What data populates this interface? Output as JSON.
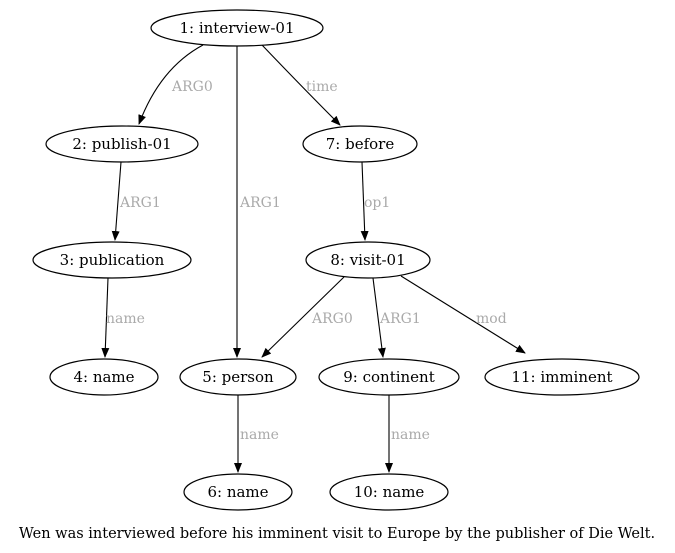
{
  "nodes": [
    {
      "id": "n1",
      "label": "1: interview-01"
    },
    {
      "id": "n2",
      "label": "2: publish-01"
    },
    {
      "id": "n3",
      "label": "3: publication"
    },
    {
      "id": "n4",
      "label": "4: name"
    },
    {
      "id": "n5",
      "label": "5: person"
    },
    {
      "id": "n6",
      "label": "6: name"
    },
    {
      "id": "n7",
      "label": "7: before"
    },
    {
      "id": "n8",
      "label": "8: visit-01"
    },
    {
      "id": "n9",
      "label": "9: continent"
    },
    {
      "id": "n10",
      "label": "10: name"
    },
    {
      "id": "n11",
      "label": "11: imminent"
    }
  ],
  "edges": [
    {
      "from": "n1",
      "to": "n2",
      "label": "ARG0"
    },
    {
      "from": "n1",
      "to": "n5",
      "label": "ARG1"
    },
    {
      "from": "n1",
      "to": "n7",
      "label": "time"
    },
    {
      "from": "n2",
      "to": "n3",
      "label": "ARG1"
    },
    {
      "from": "n3",
      "to": "n4",
      "label": "name"
    },
    {
      "from": "n7",
      "to": "n8",
      "label": "op1"
    },
    {
      "from": "n8",
      "to": "n5",
      "label": "ARG0"
    },
    {
      "from": "n8",
      "to": "n9",
      "label": "ARG1"
    },
    {
      "from": "n8",
      "to": "n11",
      "label": "mod"
    },
    {
      "from": "n5",
      "to": "n6",
      "label": "name"
    },
    {
      "from": "n9",
      "to": "n10",
      "label": "name"
    }
  ],
  "caption": "Wen was interviewed before his imminent visit to Europe by the publisher of Die Welt."
}
